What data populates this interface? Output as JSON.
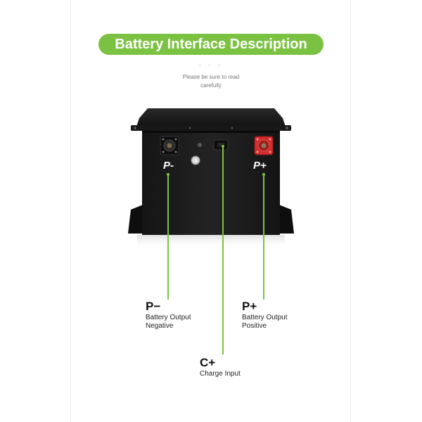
{
  "header": {
    "title": "Battery Interface Description",
    "dots": "○ ○ ○",
    "note_line1": "Please be sure to read",
    "note_line2": "carefully"
  },
  "terminals": {
    "negative_mark": "P-",
    "positive_mark": "P+"
  },
  "callouts": [
    {
      "code": "P−",
      "line1": "Battery Output",
      "line2": "Negative"
    },
    {
      "code": "P+",
      "line1": "Battery Output",
      "line2": "Positive"
    },
    {
      "code": "C+",
      "line1": "Charge Input"
    }
  ],
  "colors": {
    "accent": "#7cc242",
    "battery_body": "#1b1b1b",
    "positive_terminal": "#d42c2c"
  }
}
